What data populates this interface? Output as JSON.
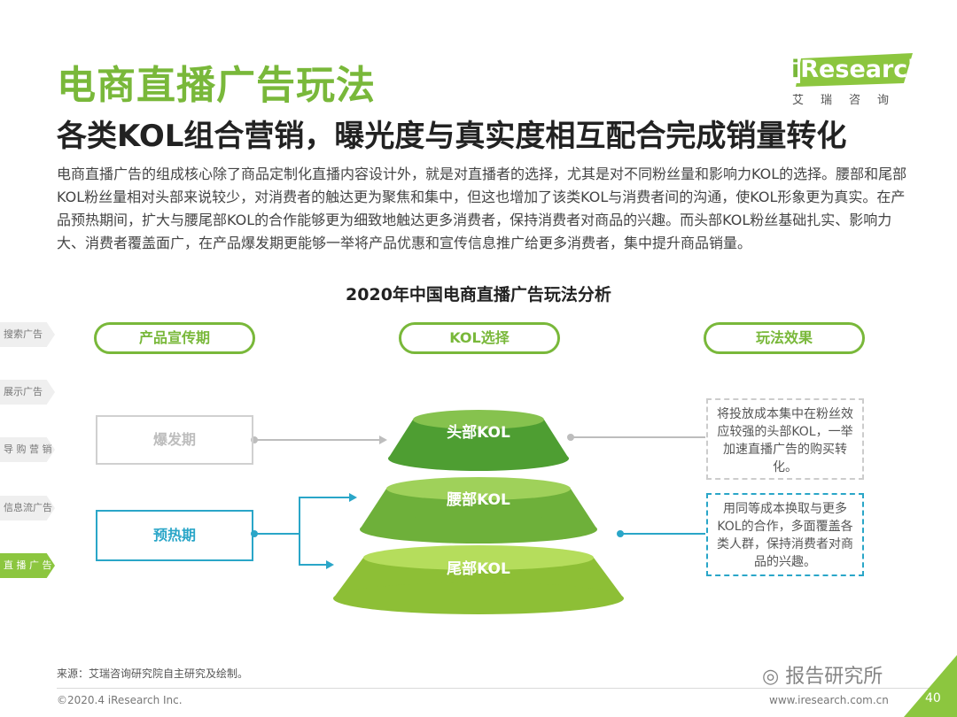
{
  "header": {
    "title": "电商直播广告玩法",
    "subtitle": "各类KOL组合营销，曝光度与真实度相互配合完成销量转化"
  },
  "body_text": "电商直播广告的组成核心除了商品定制化直播内容设计外，就是对直播者的选择，尤其是对不同粉丝量和影响力KOL的选择。腰部和尾部KOL粉丝量相对头部来说较少，对消费者的触达更为聚焦和集中，但这也增加了该类KOL与消费者间的沟通，使KOL形象更为真实。在产品预热期间，扩大与腰尾部KOL的合作能够更为细致地触达更多消费者，保持消费者对商品的兴趣。而头部KOL粉丝基础扎实、影响力大、消费者覆盖面广，在产品爆发期更能够一举将产品优惠和宣传信息推广给更多消费者，集中提升商品销量。",
  "logo": {
    "i": "i",
    "word": "Research",
    "cn": "艾瑞咨询"
  },
  "diagram": {
    "title": "2020年中国电商直播广告玩法分析",
    "headers": [
      "产品宣传期",
      "KOL选择",
      "玩法效果"
    ],
    "phases": {
      "burst": "爆发期",
      "warm": "预热期"
    },
    "tiers": [
      "头部KOL",
      "腰部KOL",
      "尾部KOL"
    ],
    "effects": {
      "head": "将投放成本集中在粉丝效应较强的头部KOL，一举加速直播广告的购买转化。",
      "waist_tail": "用同等成本换取与更多KOL的合作，多面覆盖各类人群，保持消费者对商品的兴趣。"
    }
  },
  "side_tabs": [
    "搜索广告",
    "展示广告",
    "导 购 营 销",
    "信息流广告",
    "直 播 广 告"
  ],
  "footer": {
    "source": "来源：艾瑞咨询研究院自主研究及绘制。",
    "copyright": "©2020.4 iResearch Inc.",
    "website": "www.iresearch.com.cn",
    "watermark": "报告研究所",
    "page": "40"
  },
  "colors": {
    "accent_green": "#79b83a",
    "head_tier": "#5aa83a",
    "waist_tier": "#7cbc3a",
    "tail_tier": "#9ccc3c",
    "cyan": "#2aa6c8",
    "gray": "#bdbdbd"
  }
}
